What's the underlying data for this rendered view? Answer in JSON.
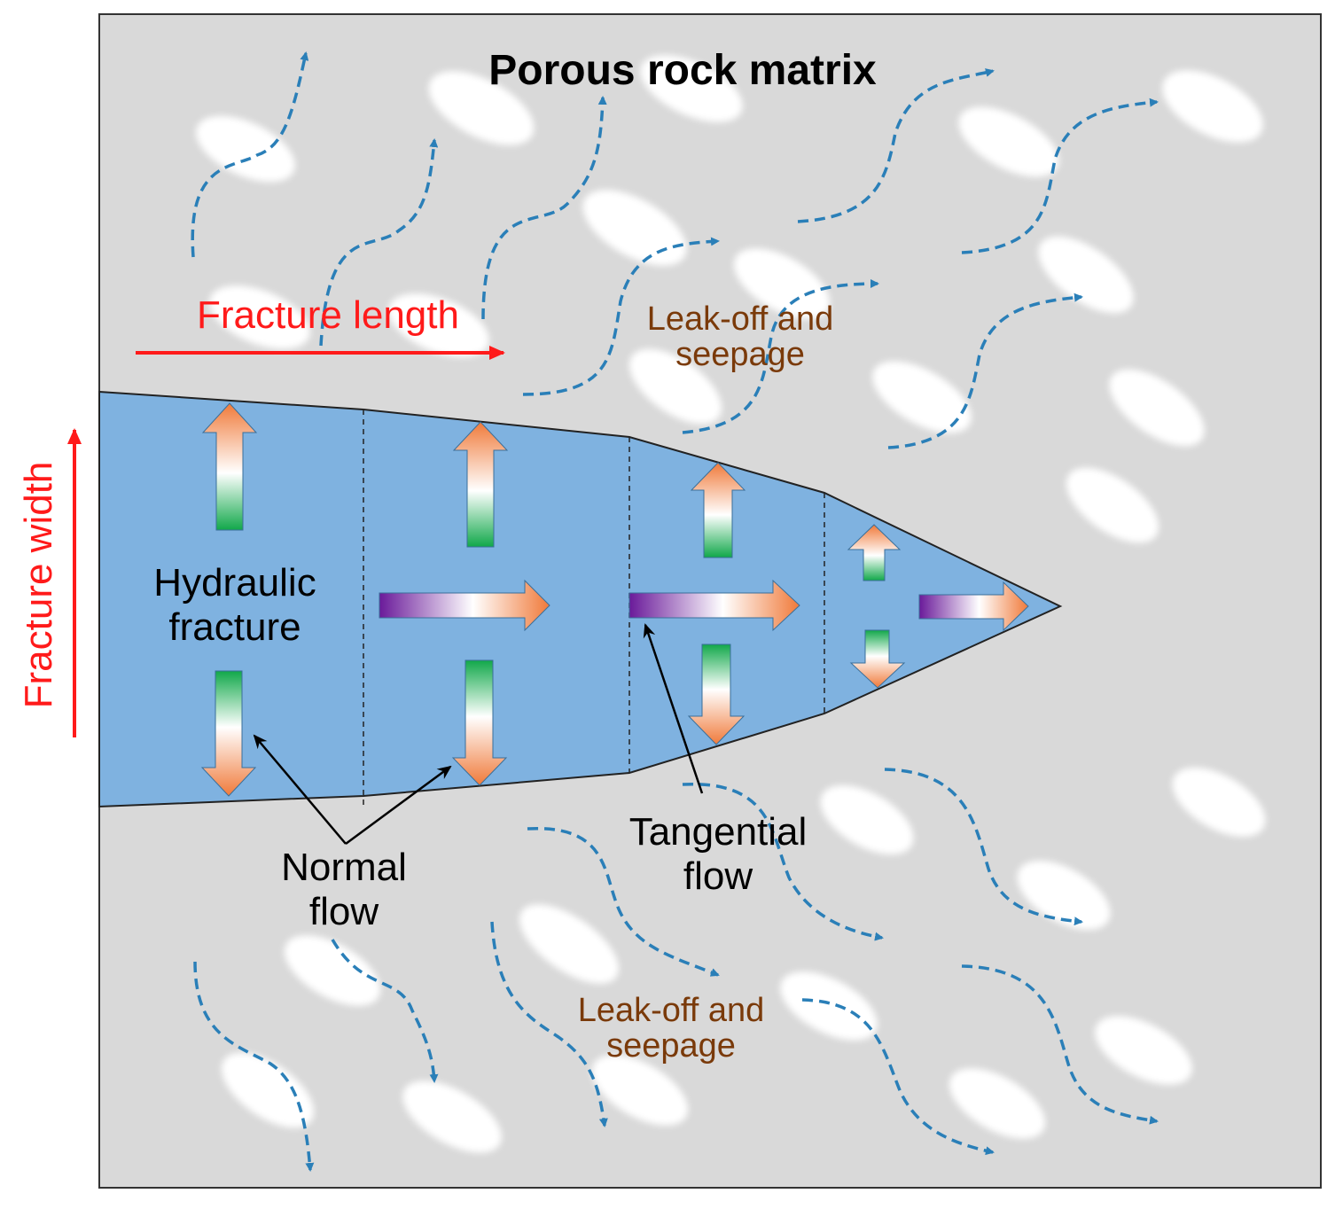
{
  "title": "Porous rock matrix",
  "fracture_label_line1": "Hydraulic",
  "fracture_label_line2": "fracture",
  "length_label": "Fracture length",
  "width_label": "Fracture width",
  "leakoff_line1": "Leak-off and",
  "leakoff_line2": "seepage",
  "normal_flow_line1": "Normal",
  "normal_flow_line2": "flow",
  "tangential_flow_line1": "Tangential",
  "tangential_flow_line2": "flow",
  "colors": {
    "matrix": "#d9d9d9",
    "fracture": "#7fb2e0",
    "seepage_arrow": "#2a7fb8",
    "dimension_arrow": "#ff1a1a",
    "leakoff_text": "#7a3a0a",
    "normal_arrow_green": "#1aa64a",
    "normal_arrow_orange": "#f08a4b",
    "tangential_arrow_purple": "#7a2aa0"
  }
}
